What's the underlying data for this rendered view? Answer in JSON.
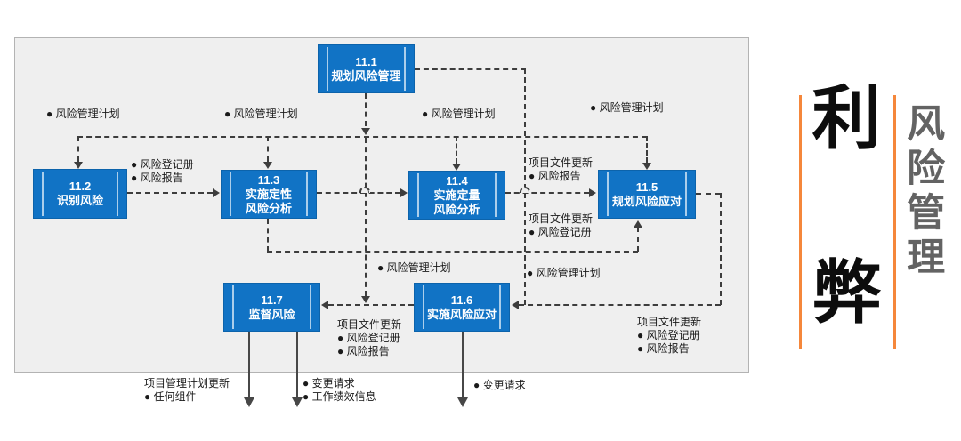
{
  "colors": {
    "process_blue": "#1173C5",
    "panel_gray": "#EFEFEF",
    "connector_gray": "#3D3D3D",
    "accent_orange": "#F5873B",
    "side_title_gray": "#636363"
  },
  "chart_title_none": "",
  "processes": [
    {
      "code": "11.1",
      "line1": "规划风险管理",
      "line2": ""
    },
    {
      "code": "11.2",
      "line1": "识别风险",
      "line2": ""
    },
    {
      "code": "11.3",
      "line1": "实施定性",
      "line2": "风险分析"
    },
    {
      "code": "11.4",
      "line1": "实施定量",
      "line2": "风险分析"
    },
    {
      "code": "11.5",
      "line1": "规划风险应对",
      "line2": ""
    },
    {
      "code": "11.6",
      "line1": "实施风险应对",
      "line2": ""
    },
    {
      "code": "11.7",
      "line1": "监督风险",
      "line2": ""
    }
  ],
  "ann": {
    "plan_a": "● 风险管理计划",
    "plan_b": "● 风险管理计划",
    "plan_c": "● 风险管理计划",
    "plan_d": "● 风险管理计划",
    "reg_report": [
      "● 风险登记册",
      "● 风险报告"
    ],
    "file_report": [
      "项目文件更新",
      "● 风险报告"
    ],
    "file_register": [
      "项目文件更新",
      "● 风险登记册"
    ],
    "plan_mid_left": "● 风险管理计划",
    "plan_mid_right": "● 风险管理计划",
    "file_updates_center": [
      "项目文件更新",
      "● 风险登记册",
      "● 风险报告"
    ],
    "file_updates_right": [
      "项目文件更新",
      "● 风险登记册",
      "● 风险报告"
    ],
    "pm_plan_updates": [
      "项目管理计划更新",
      "● 任何组件"
    ],
    "change_requests_perf": [
      "● 变更请求",
      "● 工作绩效信息"
    ],
    "change_request": "● 变更请求"
  },
  "side": {
    "pros_char": "利",
    "cons_char": "弊",
    "vertical_title": "风险管理"
  }
}
